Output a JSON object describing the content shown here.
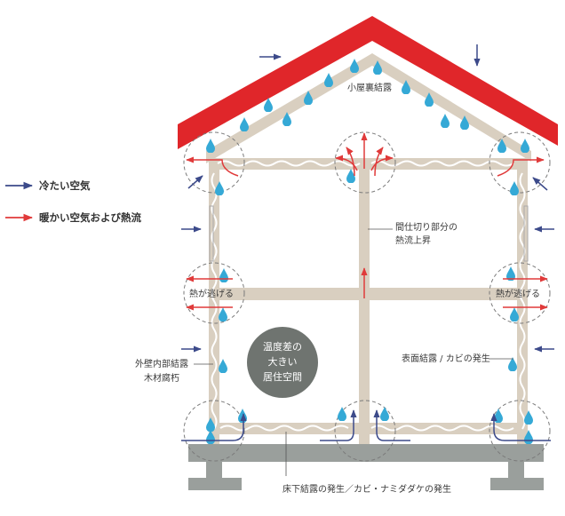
{
  "legend": {
    "cold_air": "冷たい空気",
    "warm_air": "暖かい空気および熱流"
  },
  "labels": {
    "attic_condensation": "小屋裏結露",
    "partition_heat_rise_1": "間仕切り部分の",
    "partition_heat_rise_2": "熱流上昇",
    "heat_escape_left": "熱が逃げる",
    "heat_escape_right": "熱が逃げる",
    "wall_internal_condensation_1": "外壁内部結露",
    "wall_internal_condensation_2": "木材腐朽",
    "surface_condensation": "表面結露 / カビの発生",
    "underfloor_condensation": "床下結露の発生／カビ・ナミダダケの発生",
    "center_line1": "温度差の",
    "center_line2": "大きい",
    "center_line3": "居住空間"
  },
  "colors": {
    "cold": "#3c4a8a",
    "warm": "#e03a3a",
    "roof": "#e0262a",
    "drop": "#35a9d6",
    "frame": "#d9cfc0",
    "foundation": "#9a9f9c",
    "center_circle": "#6f7470"
  }
}
